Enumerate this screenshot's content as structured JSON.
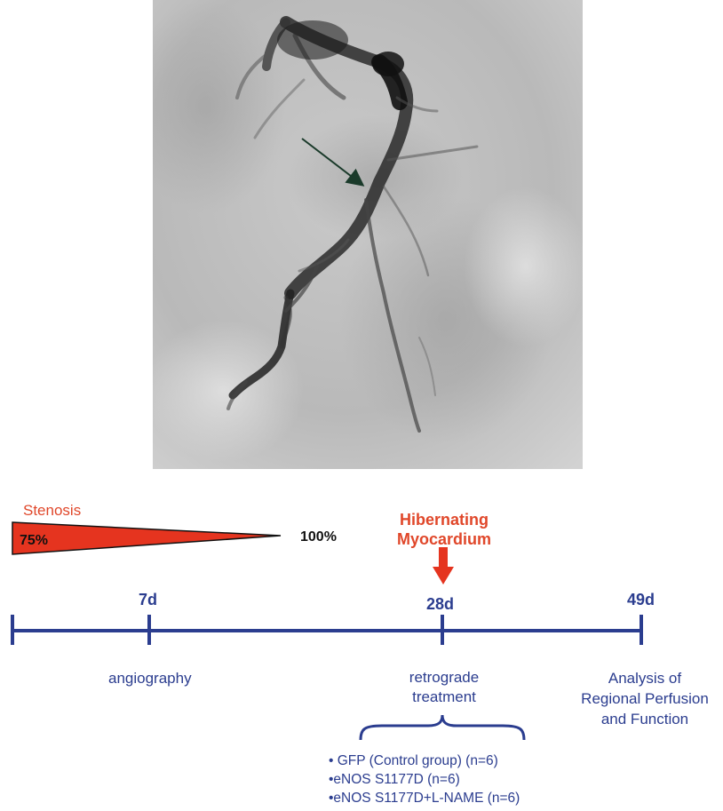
{
  "stenosis": {
    "title": "Stenosis",
    "start_label": "75%",
    "end_label": "100%",
    "fill_color": "#e5341f"
  },
  "hibernating": {
    "line1": "Hibernating",
    "line2": "Myocardium",
    "color": "#e0472a"
  },
  "timeline": {
    "color": "#2b3d8f",
    "days": [
      {
        "label": "7d"
      },
      {
        "label": "28d"
      },
      {
        "label": "49d"
      }
    ],
    "events": {
      "angiography": "angiography",
      "retro_line1": "retrograde",
      "retro_line2": "treatment",
      "analysis_line1": "Analysis of",
      "analysis_line2": "Regional Perfusion",
      "analysis_line3": "and Function"
    }
  },
  "groups": [
    "• GFP (Control group) (n=6)",
    "•eNOS S1177D (n=6)",
    "•eNOS S1177D+L-NAME (n=6)"
  ]
}
